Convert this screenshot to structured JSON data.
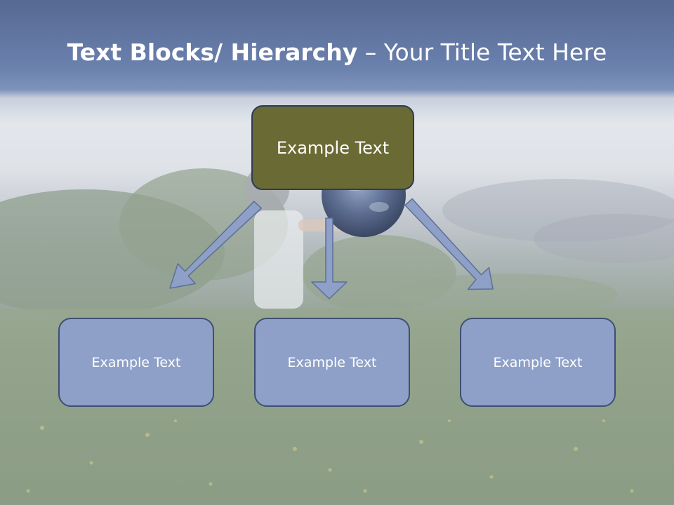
{
  "title": {
    "bold_part": "Text Blocks/ Hierarchy",
    "separator": " – ",
    "normal_part": "Your Title Text Here"
  },
  "hierarchy": {
    "top": {
      "label": "Example Text"
    },
    "children": [
      {
        "label": "Example Text"
      },
      {
        "label": "Example Text"
      },
      {
        "label": "Example Text"
      }
    ]
  },
  "colors": {
    "top_box_fill": "#6a6a34",
    "child_box_fill": "#8ea0c8",
    "arrow_fill": "#8ea0c8",
    "title_text": "#ffffff"
  }
}
